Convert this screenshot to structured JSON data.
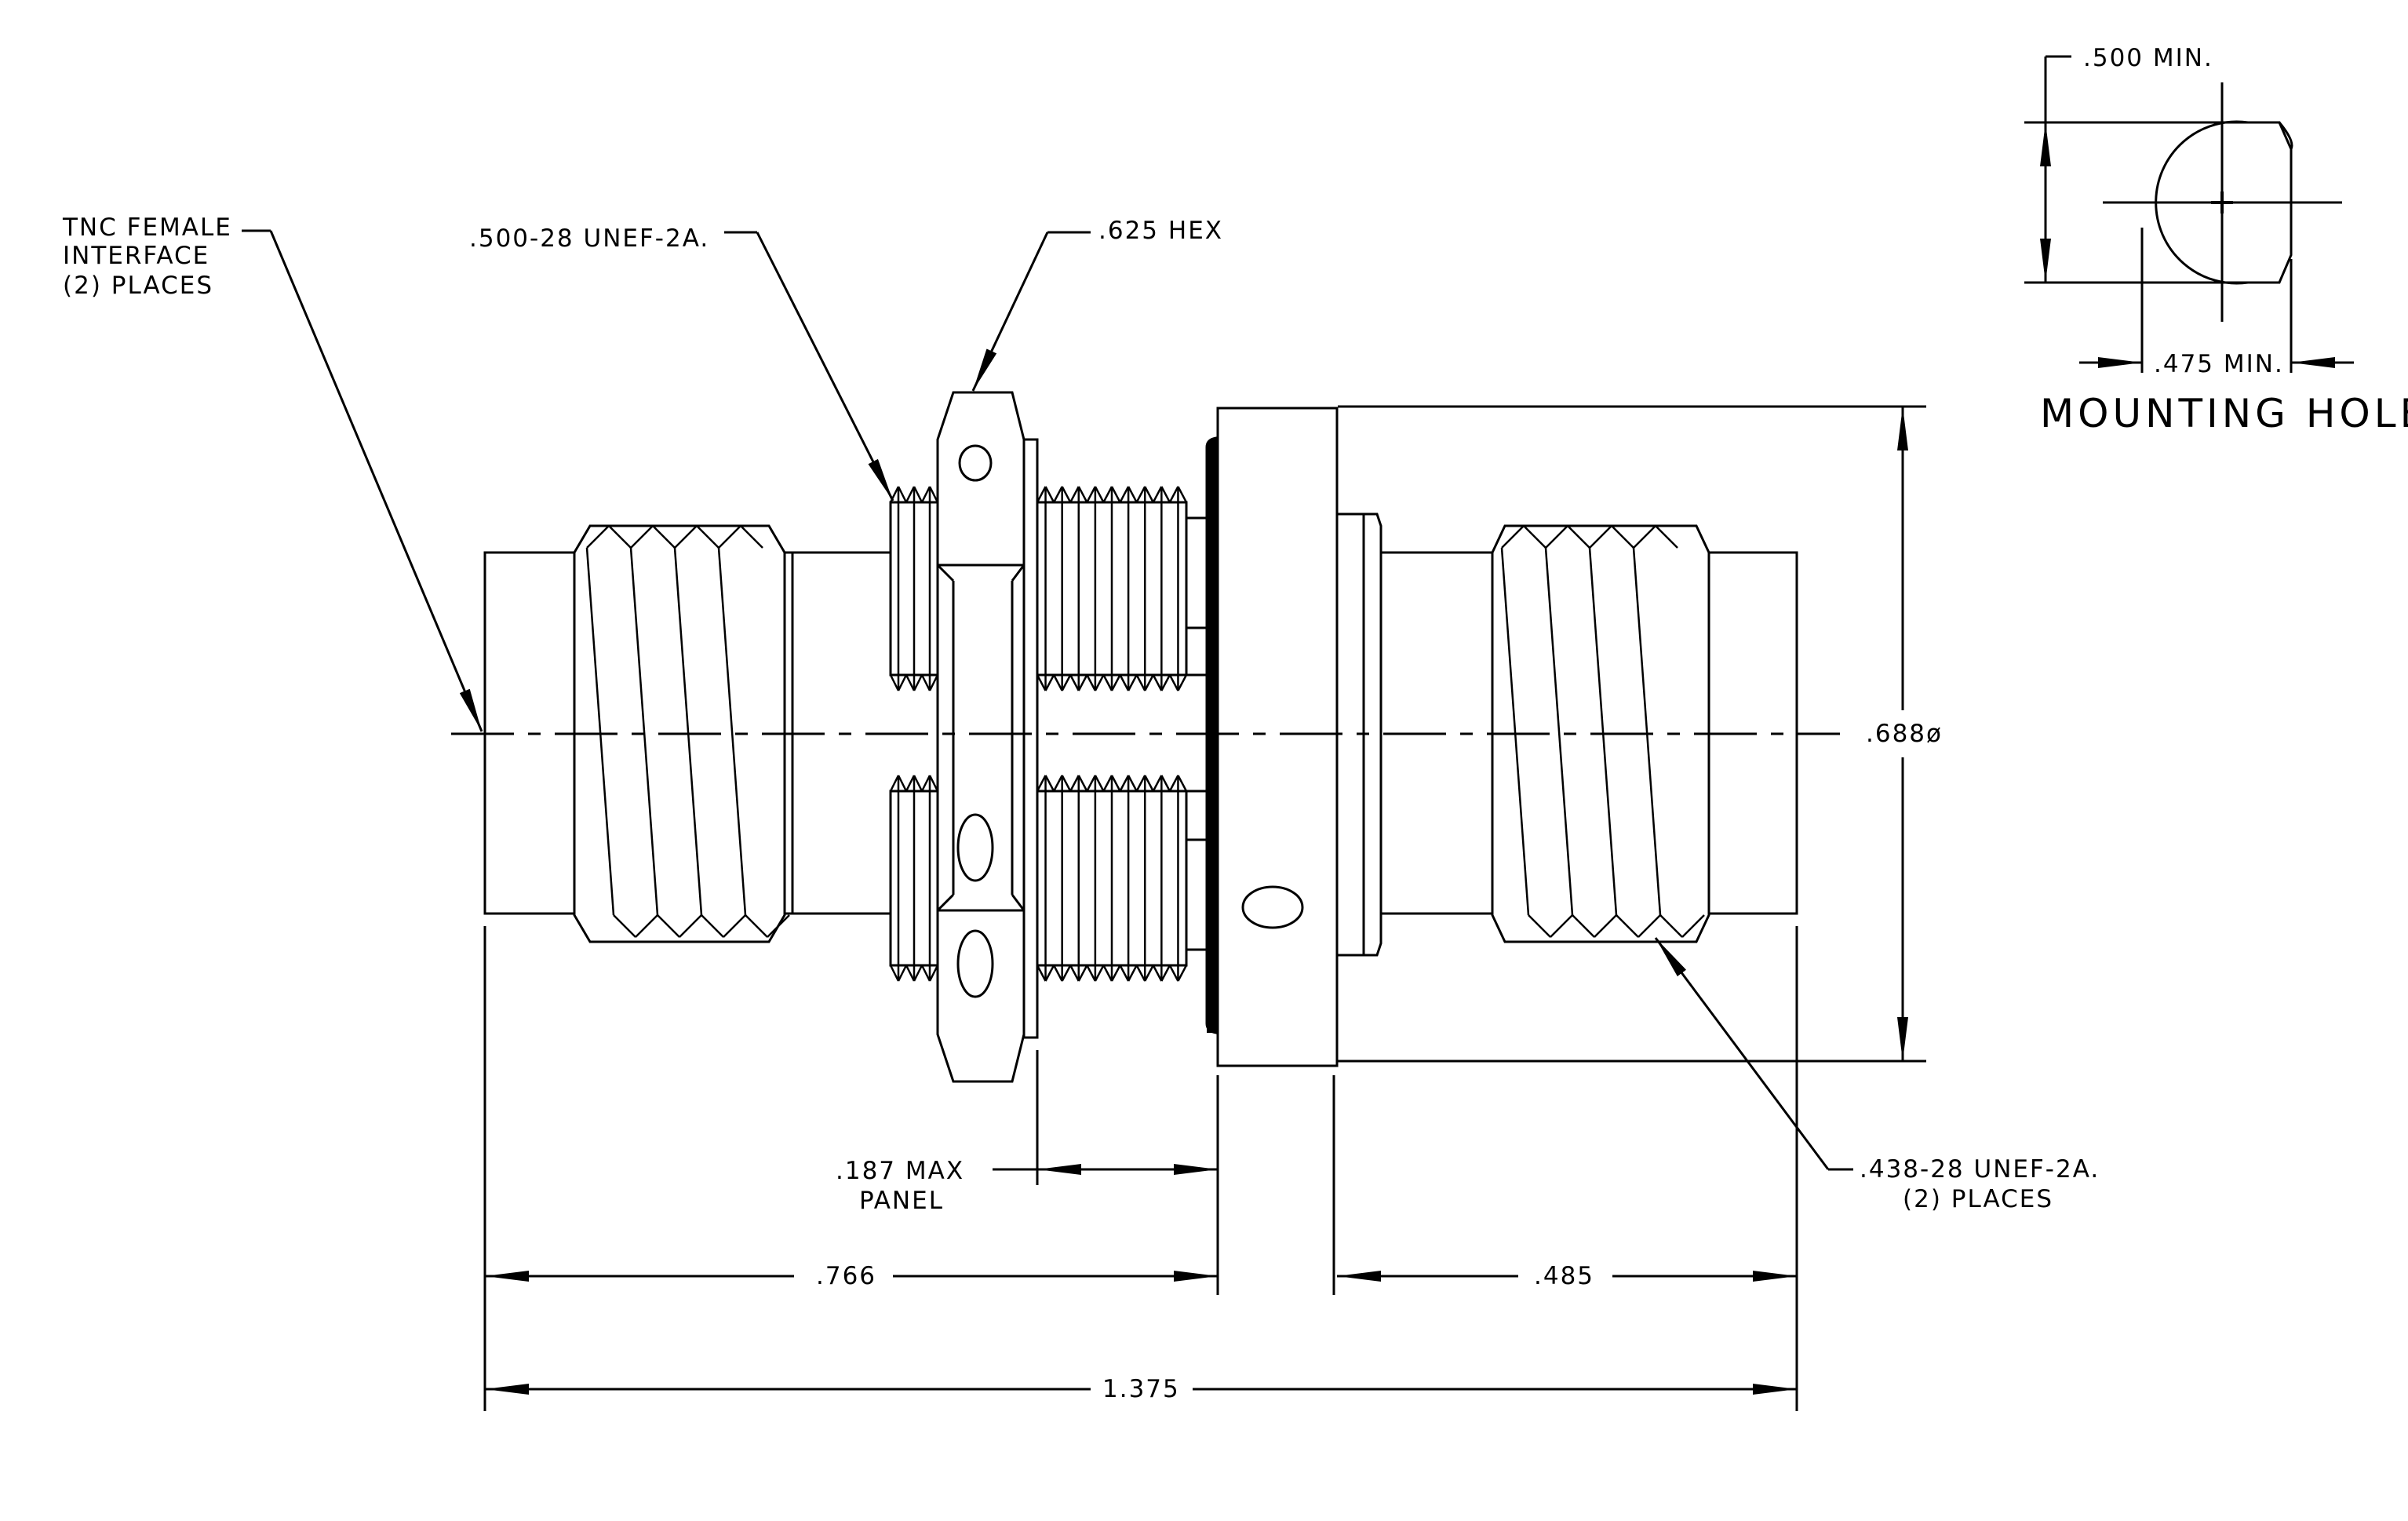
{
  "drawing": {
    "mounting_hole": {
      "title": "MOUNTING HOLE",
      "min_width": ".500 MIN.",
      "min_flat": ".475 MIN."
    },
    "callouts": {
      "interface_line1": "TNC FEMALE",
      "interface_line2": "INTERFACE",
      "interface_line3": "(2)  PLACES",
      "thread_500": ".500-28 UNEF-2A.",
      "hex": ".625 HEX",
      "thread_438_line1": ".438-28 UNEF-2A.",
      "thread_438_line2": "(2)  PLACES",
      "panel_line1": ".187 MAX",
      "panel_line2": "PANEL"
    },
    "dimensions": {
      "left_length": ".766",
      "right_length": ".485",
      "overall_length": "1.375",
      "flange_diameter": ".688ø"
    }
  }
}
